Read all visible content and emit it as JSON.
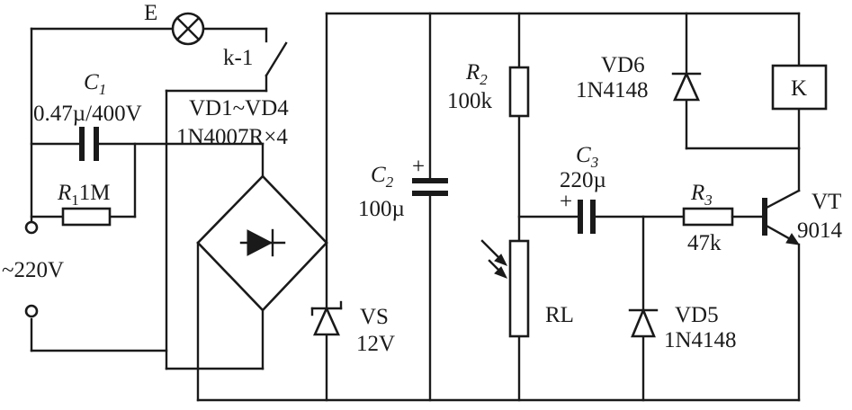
{
  "labels": {
    "lamp": "E",
    "contact": "k-1",
    "c1_name": "C",
    "c1_sub": "1",
    "c1_value": "0.47µ/400V",
    "bridge_name": "VD1~VD4",
    "bridge_value": "1N4007R×4",
    "r1_name": "R",
    "r1_sub": "1",
    "r1_value": "1M",
    "supply": "~220V",
    "c2_name": "C",
    "c2_sub": "2",
    "c2_value": "100µ",
    "c2_plus": "+",
    "zener_name": "VS",
    "zener_value": "12V",
    "r2_name": "R",
    "r2_sub": "2",
    "r2_value": "100k",
    "vd6_name": "VD6",
    "vd6_value": "1N4148",
    "relay": "K",
    "c3_name": "C",
    "c3_sub": "3",
    "c3_value": "220µ",
    "c3_plus": "+",
    "r3_name": "R",
    "r3_sub": "3",
    "r3_value": "47k",
    "vt_name": "VT",
    "vt_value": "9014",
    "rl_name": "RL",
    "vd5_name": "VD5",
    "vd5_value": "1N4148"
  }
}
